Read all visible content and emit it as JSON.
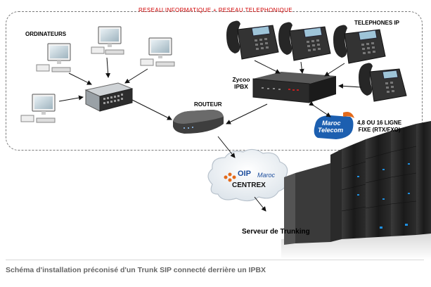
{
  "diagram": {
    "network_title": "RESEAU INFORMATIQUE + RESEAU TELEPHONIQUE",
    "computers_label": "ORDINATEURS",
    "phones_label": "TELEPHONES IP",
    "ipbx_label_line1": "Zycoo",
    "ipbx_label_line2": "IPBX",
    "router_label": "ROUTEUR",
    "telecom_logo_line1": "Maroc",
    "telecom_logo_line2": "Telecom",
    "lines_label_line1": "4,8 OU 16 LIGNE",
    "lines_label_line2": "FIXE (RTX/FXO)",
    "cloud_logo_oip": "OIP",
    "cloud_logo_maroc": "Maroc",
    "cloud_label": "CENTREX",
    "server_label": "Serveur de Trunking"
  },
  "caption": "Schéma d'installation préconisé d'un Trunk SIP connecté derrière un IPBX",
  "colors": {
    "frame": "#7a7a7a",
    "title_red": "#d00000",
    "arrow": "#111111",
    "telecom_blue": "#1c5fb0",
    "oip_orange": "#e46a1a",
    "oip_blue": "#1a4c9c"
  }
}
